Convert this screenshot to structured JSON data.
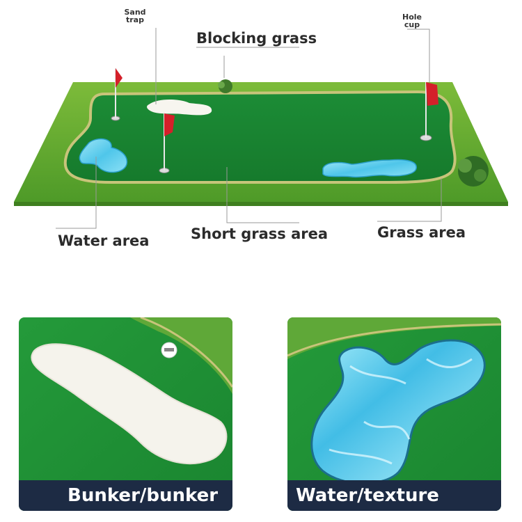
{
  "labels": {
    "sand_trap": [
      "Sand",
      "trap"
    ],
    "blocking_grass": "Blocking grass",
    "hole_cup": [
      "Hole",
      "cup"
    ],
    "water_area": "Water area",
    "short_grass_area": "Short grass area",
    "grass_area": "Grass area"
  },
  "panels": {
    "bunker_caption": "Bunker/bunker",
    "water_caption": "Water/texture"
  },
  "colors": {
    "long_grass": "#5aa22d",
    "short_grass": "#1e8a34",
    "sand": "#f4f1ea",
    "water": "#6fd0ee",
    "flag": "#d4202a",
    "caption_bar": "#1d2b44"
  },
  "icons": [
    "flag-icon",
    "hole-cup-icon",
    "bush-icon",
    "golf-ball-icon"
  ]
}
